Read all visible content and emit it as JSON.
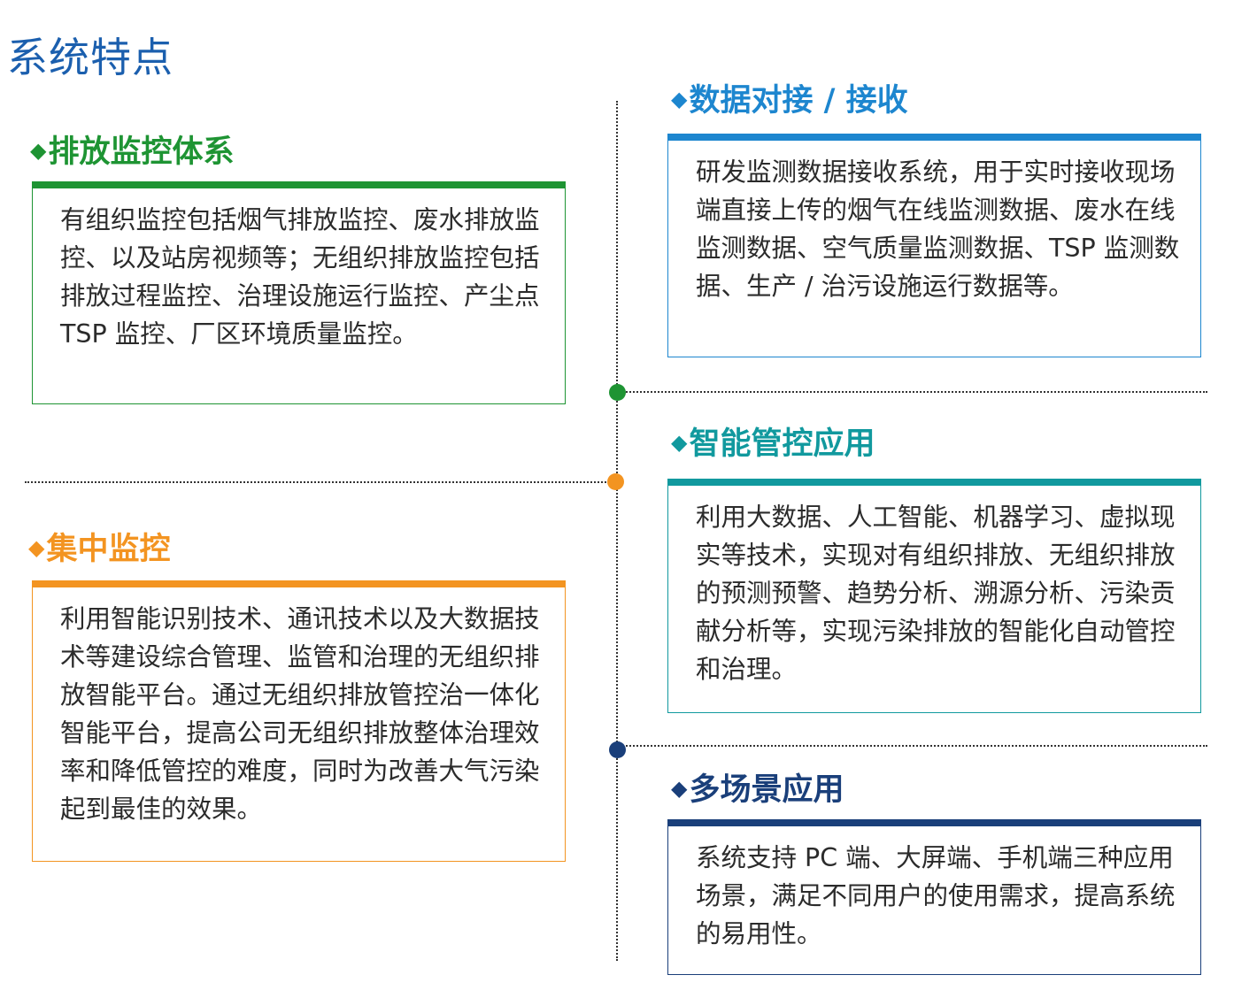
{
  "page": {
    "title": "系统特点"
  },
  "sections": [
    {
      "id": "emission",
      "title": "排放监控体系",
      "color": "#1e9433",
      "text": "有组织监控包括烟气排放监控、废水排放监控、以及站房视频等；无组织排放监控包括排放过程监控、治理设施运行监控、产尘点 TSP 监控、厂区环境质量监控。"
    },
    {
      "id": "centralized",
      "title": "集中监控",
      "color": "#f39421",
      "text": "利用智能识别技术、通讯技术以及大数据技术等建设综合管理、监管和治理的无组织排放智能平台。通过无组织排放管控治一体化智能平台，提高公司无组织排放整体治理效率和降低管控的难度，同时为改善大气污染起到最佳的效果。"
    },
    {
      "id": "data-interface",
      "title": "数据对接 / 接收",
      "color": "#1d86cf",
      "text": "研发监测数据接收系统，用于实时接收现场端直接上传的烟气在线监测数据、废水在线监测数据、空气质量监测数据、TSP 监测数据、生产 / 治污设施运行数据等。"
    },
    {
      "id": "smart-control",
      "title": "智能管控应用",
      "color": "#11999e",
      "text": "利用大数据、人工智能、机器学习、虚拟现实等技术，实现对有组织排放、无组织排放的预测预警、趋势分析、溯源分析、污染贡献分析等，实现污染排放的智能化自动管控和治理。"
    },
    {
      "id": "multi-scene",
      "title": "多场景应用",
      "color": "#1a3f7a",
      "text": "系统支持 PC 端、大屏端、手机端三种应用场景，满足不同用户的使用需求，提高系统的易用性。"
    }
  ],
  "timeline": {
    "line_color": "#333333",
    "dot_colors": [
      "#1e9433",
      "#f39421",
      "#1a3f7a"
    ]
  }
}
